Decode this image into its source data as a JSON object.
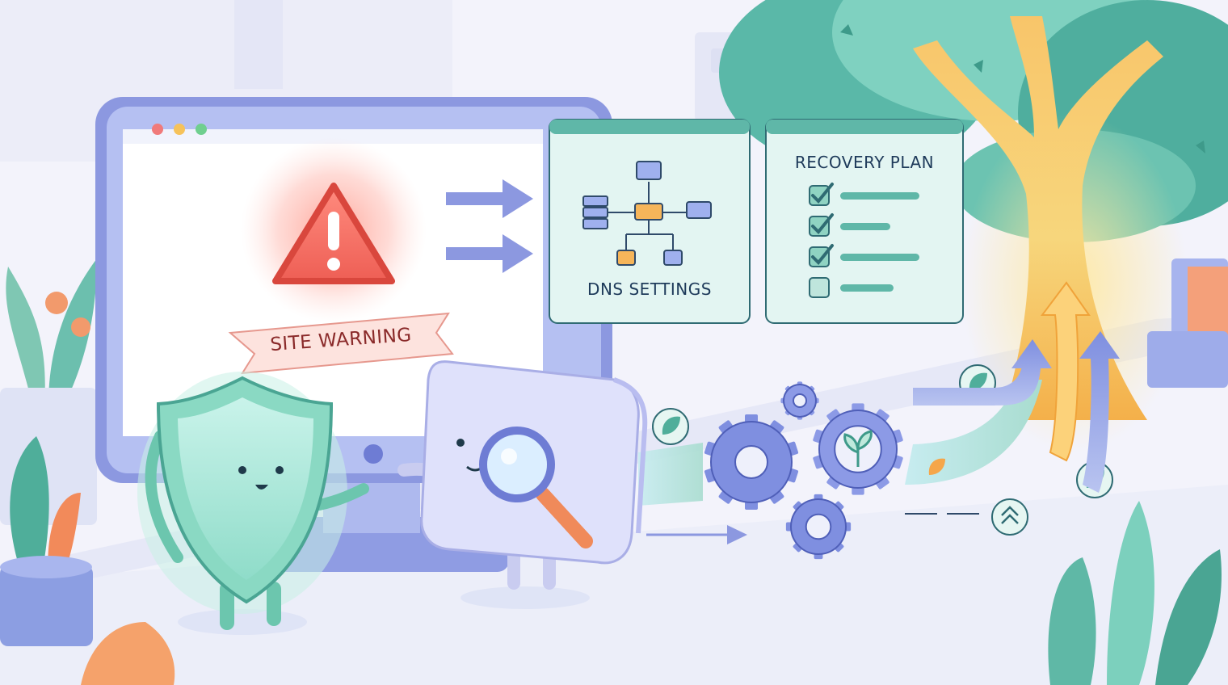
{
  "warning_banner": {
    "label": "SITE WARNING"
  },
  "dns_panel": {
    "title": "DNS SETTINGS"
  },
  "recovery_panel": {
    "title": "RECOVERY PLAN",
    "checklist": [
      true,
      true,
      true,
      false
    ]
  },
  "icons": {
    "warning": "warning-triangle-icon",
    "browser_dots": "window-dots-icon",
    "magnifier": "magnifying-glass-icon",
    "leaf": "leaf-icon",
    "gear": "gear-icon",
    "sprout": "sprout-icon",
    "chevron_up": "chevron-up-icon"
  },
  "colors": {
    "monitor": "#8c98e0",
    "warning": "#ef6f66",
    "panel_header": "#5fb7a8",
    "tree_glow": "#f6b84a",
    "shield": "#7fd4be"
  }
}
